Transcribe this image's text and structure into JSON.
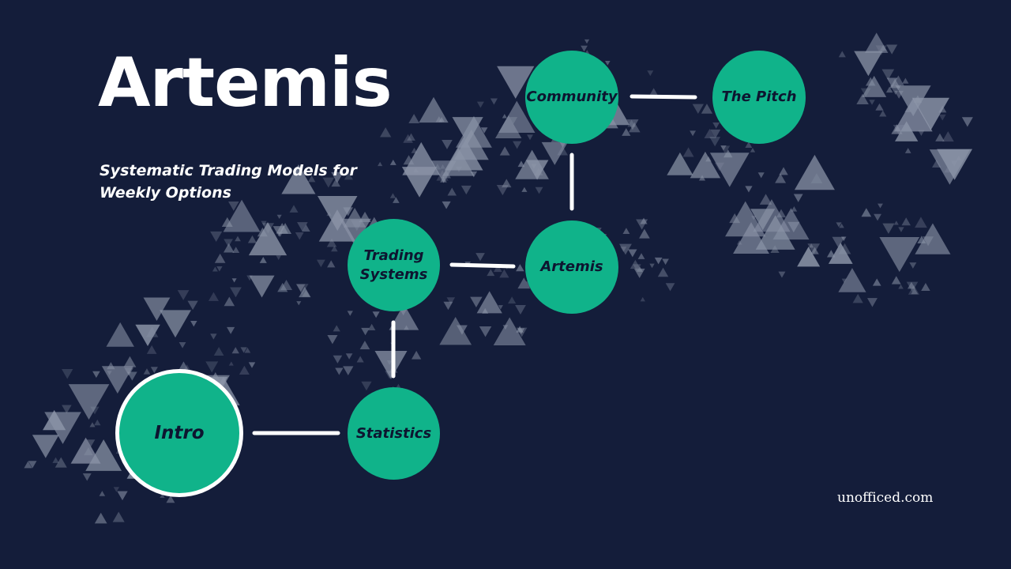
{
  "title": "Artemis",
  "subtitle_line1": "Systematic Trading Models for",
  "subtitle_line2": "Weekly Options",
  "footer": "unofficed.com",
  "colors": {
    "background": "#141d3a",
    "node_fill": "#10b38a",
    "node_text": "#0d1530",
    "connector": "#ffffff",
    "triangle": "#8c95a8"
  },
  "nodes": {
    "intro": {
      "line1": "Intro",
      "line2": ""
    },
    "statistics": {
      "line1": "Statistics",
      "line2": ""
    },
    "trading_systems": {
      "line1": "Trading",
      "line2": "Systems"
    },
    "artemis": {
      "line1": "Artemis",
      "line2": ""
    },
    "community": {
      "line1": "Community",
      "line2": ""
    },
    "the_pitch": {
      "line1": "The Pitch",
      "line2": ""
    }
  },
  "connections": [
    [
      "intro",
      "statistics"
    ],
    [
      "statistics",
      "trading_systems"
    ],
    [
      "trading_systems",
      "artemis"
    ],
    [
      "artemis",
      "community"
    ],
    [
      "community",
      "the_pitch"
    ]
  ]
}
